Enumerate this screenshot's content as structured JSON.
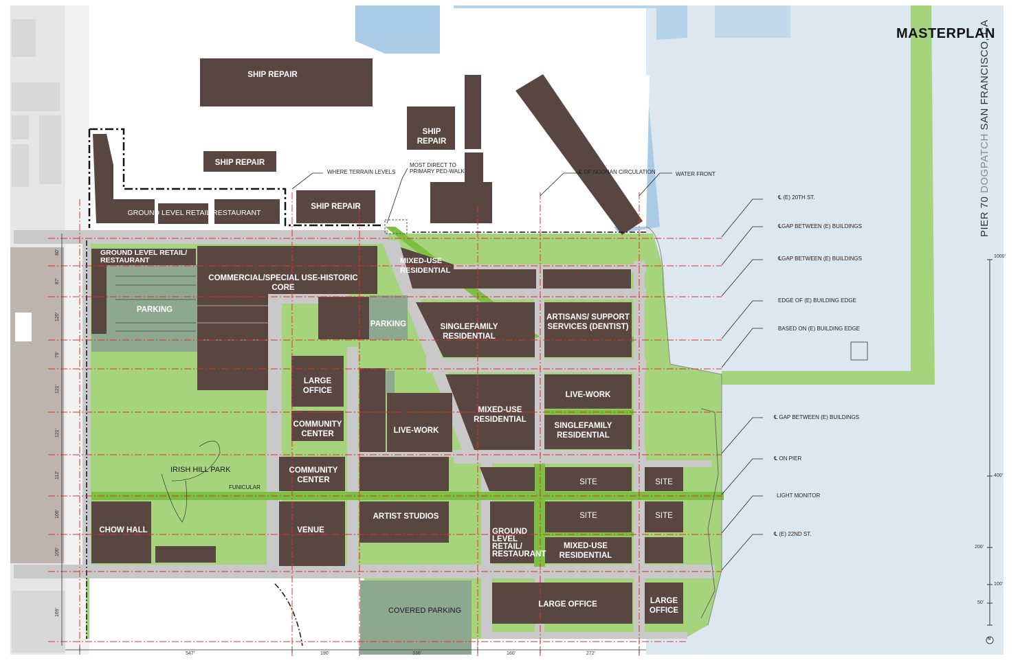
{
  "title": "MASTERPLAN",
  "subtitle": {
    "part1": "PIER 70",
    "part2": "DOGPATCH",
    "part3": "SAN FRANCISCO, CA"
  },
  "colors": {
    "building": "#5a4640",
    "green": "#a6d47c",
    "green_strip": "#7cc043",
    "plaza": "#8ea890",
    "road": "#c9c9c9",
    "water": "#dde7f0",
    "water_blue": "#a9cbe6",
    "red_line": "#e0302a"
  },
  "buildings": {
    "ship_repair_1": "SHIP REPAIR",
    "ship_repair_2": "SHIP REPAIR",
    "ship_repair_3": "SHIP REPAIR",
    "ship_repair_4": "SHIP REPAIR",
    "ground_retail_north": "GROUND LEVEL RETAIL/RESTAURANT",
    "ground_retail_nw": "GROUND LEVEL RETAIL/\nRESTAURANT",
    "commercial_core": "COMMERCIAL/SPECIAL USE-HISTORIC CORE",
    "parking_west": "PARKING",
    "parking_mid": "PARKING",
    "mixed_use_n": "MIXED-USE\nRESIDENTIAL",
    "single_family_n": "SINGLEFAMILY\nRESIDENTIAL",
    "artisans": "ARTISANS/ SUPPORT\nSERVICES  (DENTIST)",
    "large_office_w": "LARGE\nOFFICE",
    "community_center_1": "COMMUNITY\nCENTER",
    "live_work_w": "LIVE-WORK",
    "mixed_use_mid": "MIXED-USE\nRESIDENTIAL",
    "live_work_e": "LIVE-WORK",
    "single_family_s": "SINGLEFAMILY\nRESIDENTIAL",
    "irish_hill_park": "IRISH HILL PARK",
    "community_center_2": "COMMUNITY\nCENTER",
    "funicular": "FUNICULAR",
    "site_1": "SITE",
    "site_2": "SITE",
    "site_3": "SITE",
    "site_4": "SITE",
    "chow_hall": "CHOW HALL",
    "venue": "VENUE",
    "artist_studios": "ARTIST STUDIOS",
    "ground_retail_s": "GROUND\nLEVEL\nRETAIL/\nRESTAURANT",
    "mixed_use_s": "MIXED-USE\nRESIDENTIAL",
    "covered_parking": "COVERED PARKING",
    "large_office_s": "LARGE OFFICE",
    "large_office_se": "LARGE\nOFFICE"
  },
  "annotations": {
    "terrain": "WHERE TERRAIN LEVELS",
    "ped_walk": "MOST DIRECT TO\nPRIMARY PED-WALK",
    "noonan": "℄ OF NOONAN CIRCULATION",
    "waterfront": "WATER FRONT",
    "st20": "℄  (E) 20TH ST.",
    "gap1": "℄GAP BETWEEN (E) BUILDINGS",
    "gap2": "℄GAP BETWEEN (E) BUILDINGS",
    "edge1": "EDGE OF (E) BUILDING EDGE",
    "edge2": "BASED ON (E) BUILDING EDGE",
    "gap3": "℄  GAP BETWEEN (E) BUILDINGS",
    "pier": "℄   ON PIER",
    "light": "LIGHT MONITOR",
    "st22": "℄  (E) 22ND ST."
  },
  "dims_h": [
    "547'",
    "190'",
    "336'",
    "160'",
    "272'"
  ],
  "dims_v": [
    "80'",
    "87'",
    "120'",
    "79'",
    "121'",
    "121'",
    "112'",
    "106'",
    "100'",
    "169'"
  ],
  "scale": {
    "s1000": "1000'",
    "s400": "400'",
    "s200": "200'",
    "s100": "100'",
    "s50": "50'",
    "north": "N"
  }
}
